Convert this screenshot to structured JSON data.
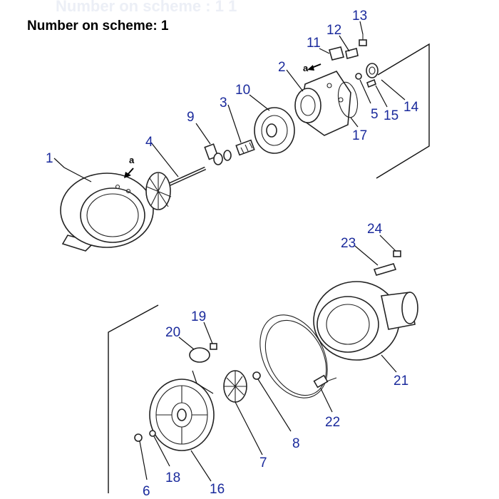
{
  "heading": "Number on scheme: 1",
  "watermark": "Number on scheme : 1 1",
  "arrow_label": "a",
  "colors": {
    "callout": "#1a2a9c",
    "line": "#222222"
  },
  "callouts": {
    "c1": "1",
    "c2": "2",
    "c3": "3",
    "c4": "4",
    "c5": "5",
    "c6": "6",
    "c7": "7",
    "c8": "8",
    "c9": "9",
    "c10": "10",
    "c11": "11",
    "c12": "12",
    "c13": "13",
    "c14": "14",
    "c15": "15",
    "c16": "16",
    "c17": "17",
    "c18": "18",
    "c19": "19",
    "c20": "20",
    "c21": "21",
    "c22": "22",
    "c23": "23",
    "c24": "24"
  }
}
